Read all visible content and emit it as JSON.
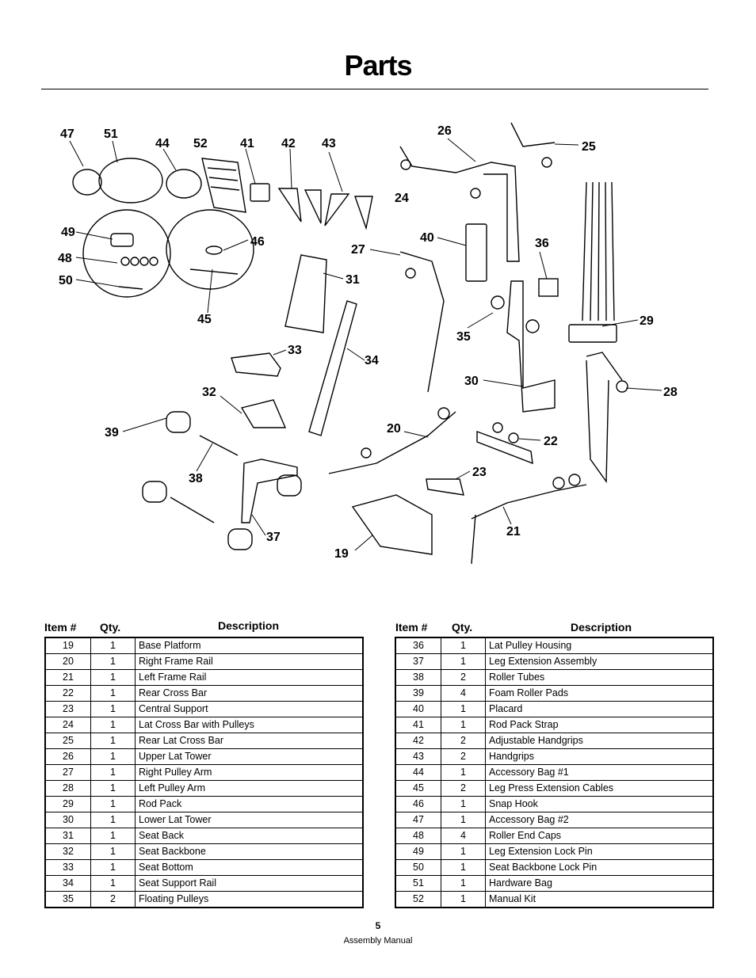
{
  "page": {
    "title": "Parts",
    "page_number": "5",
    "footer_label": "Assembly Manual"
  },
  "diagram": {
    "callouts": [
      "47",
      "51",
      "44",
      "52",
      "41",
      "42",
      "43",
      "26",
      "25",
      "24",
      "49",
      "48",
      "50",
      "46",
      "45",
      "40",
      "27",
      "36",
      "31",
      "35",
      "29",
      "33",
      "34",
      "30",
      "28",
      "32",
      "39",
      "20",
      "22",
      "38",
      "23",
      "37",
      "19",
      "21"
    ]
  },
  "table_headers": {
    "item": "Item #",
    "qty": "Qty.",
    "description": "Description"
  },
  "parts_left": [
    {
      "item": "19",
      "qty": "1",
      "description": "Base Platform"
    },
    {
      "item": "20",
      "qty": "1",
      "description": "Right Frame Rail"
    },
    {
      "item": "21",
      "qty": "1",
      "description": "Left Frame Rail"
    },
    {
      "item": "22",
      "qty": "1",
      "description": "Rear Cross Bar"
    },
    {
      "item": "23",
      "qty": "1",
      "description": "Central Support"
    },
    {
      "item": "24",
      "qty": "1",
      "description": "Lat Cross Bar with Pulleys"
    },
    {
      "item": "25",
      "qty": "1",
      "description": "Rear Lat Cross Bar"
    },
    {
      "item": "26",
      "qty": "1",
      "description": "Upper Lat Tower"
    },
    {
      "item": "27",
      "qty": "1",
      "description": "Right Pulley Arm"
    },
    {
      "item": "28",
      "qty": "1",
      "description": "Left Pulley Arm"
    },
    {
      "item": "29",
      "qty": "1",
      "description": "Rod Pack"
    },
    {
      "item": "30",
      "qty": "1",
      "description": "Lower Lat Tower"
    },
    {
      "item": "31",
      "qty": "1",
      "description": "Seat Back"
    },
    {
      "item": "32",
      "qty": "1",
      "description": "Seat Backbone"
    },
    {
      "item": "33",
      "qty": "1",
      "description": "Seat Bottom"
    },
    {
      "item": "34",
      "qty": "1",
      "description": "Seat Support Rail"
    },
    {
      "item": "35",
      "qty": "2",
      "description": "Floating Pulleys"
    }
  ],
  "parts_right": [
    {
      "item": "36",
      "qty": "1",
      "description": "Lat Pulley Housing"
    },
    {
      "item": "37",
      "qty": "1",
      "description": "Leg Extension Assembly"
    },
    {
      "item": "38",
      "qty": "2",
      "description": "Roller Tubes"
    },
    {
      "item": "39",
      "qty": "4",
      "description": "Foam Roller Pads"
    },
    {
      "item": "40",
      "qty": "1",
      "description": "Placard"
    },
    {
      "item": "41",
      "qty": "1",
      "description": "Rod Pack Strap"
    },
    {
      "item": "42",
      "qty": "2",
      "description": "Adjustable Handgrips"
    },
    {
      "item": "43",
      "qty": "2",
      "description": "Handgrips"
    },
    {
      "item": "44",
      "qty": "1",
      "description": "Accessory Bag #1"
    },
    {
      "item": "45",
      "qty": "2",
      "description": "Leg Press Extension Cables"
    },
    {
      "item": "46",
      "qty": "1",
      "description": "Snap Hook"
    },
    {
      "item": "47",
      "qty": "1",
      "description": "Accessory Bag #2"
    },
    {
      "item": "48",
      "qty": "4",
      "description": "Roller End Caps"
    },
    {
      "item": "49",
      "qty": "1",
      "description": "Leg Extension Lock Pin"
    },
    {
      "item": "50",
      "qty": "1",
      "description": "Seat Backbone Lock Pin"
    },
    {
      "item": "51",
      "qty": "1",
      "description": "Hardware Bag"
    },
    {
      "item": "52",
      "qty": "1",
      "description": "Manual Kit"
    }
  ]
}
